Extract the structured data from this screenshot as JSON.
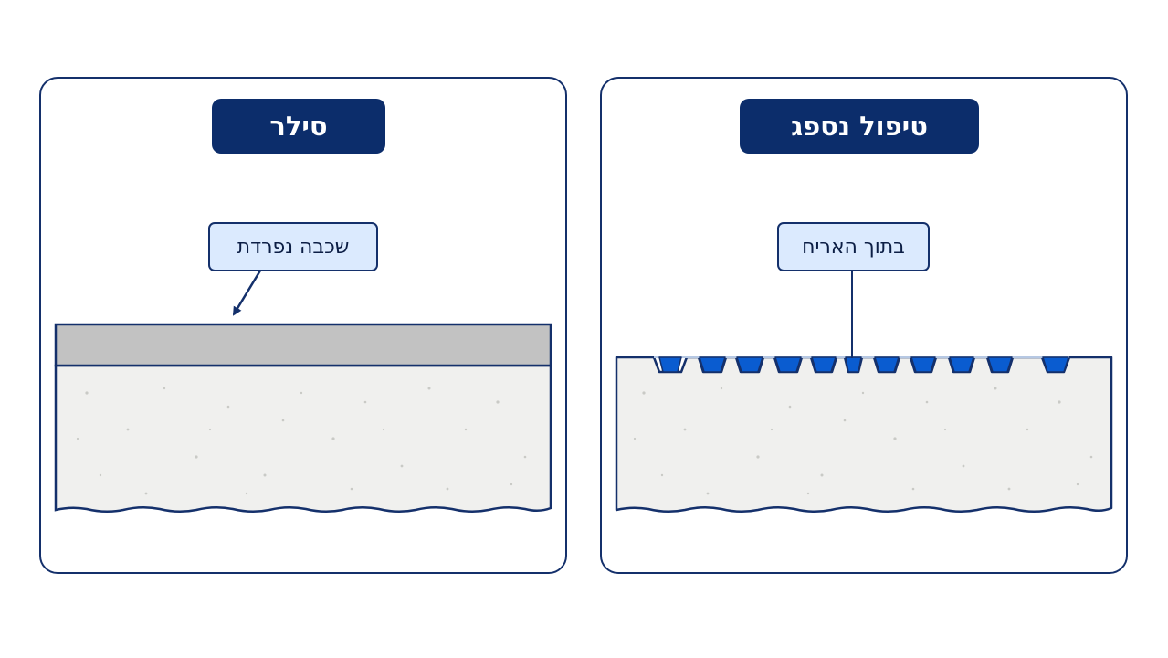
{
  "left_panel": {
    "title": "סילר",
    "label": "שכבה נפרדת"
  },
  "right_panel": {
    "title": "טיפול נספג",
    "label": "בתוך האריח"
  },
  "colors": {
    "navy": "#0c2d6b",
    "outline": "#14306b",
    "label_fill": "#dbeafe",
    "sealer_layer": "#c2c2c2",
    "tile": "#f0f0ee",
    "pores": "#0a5cd0"
  }
}
